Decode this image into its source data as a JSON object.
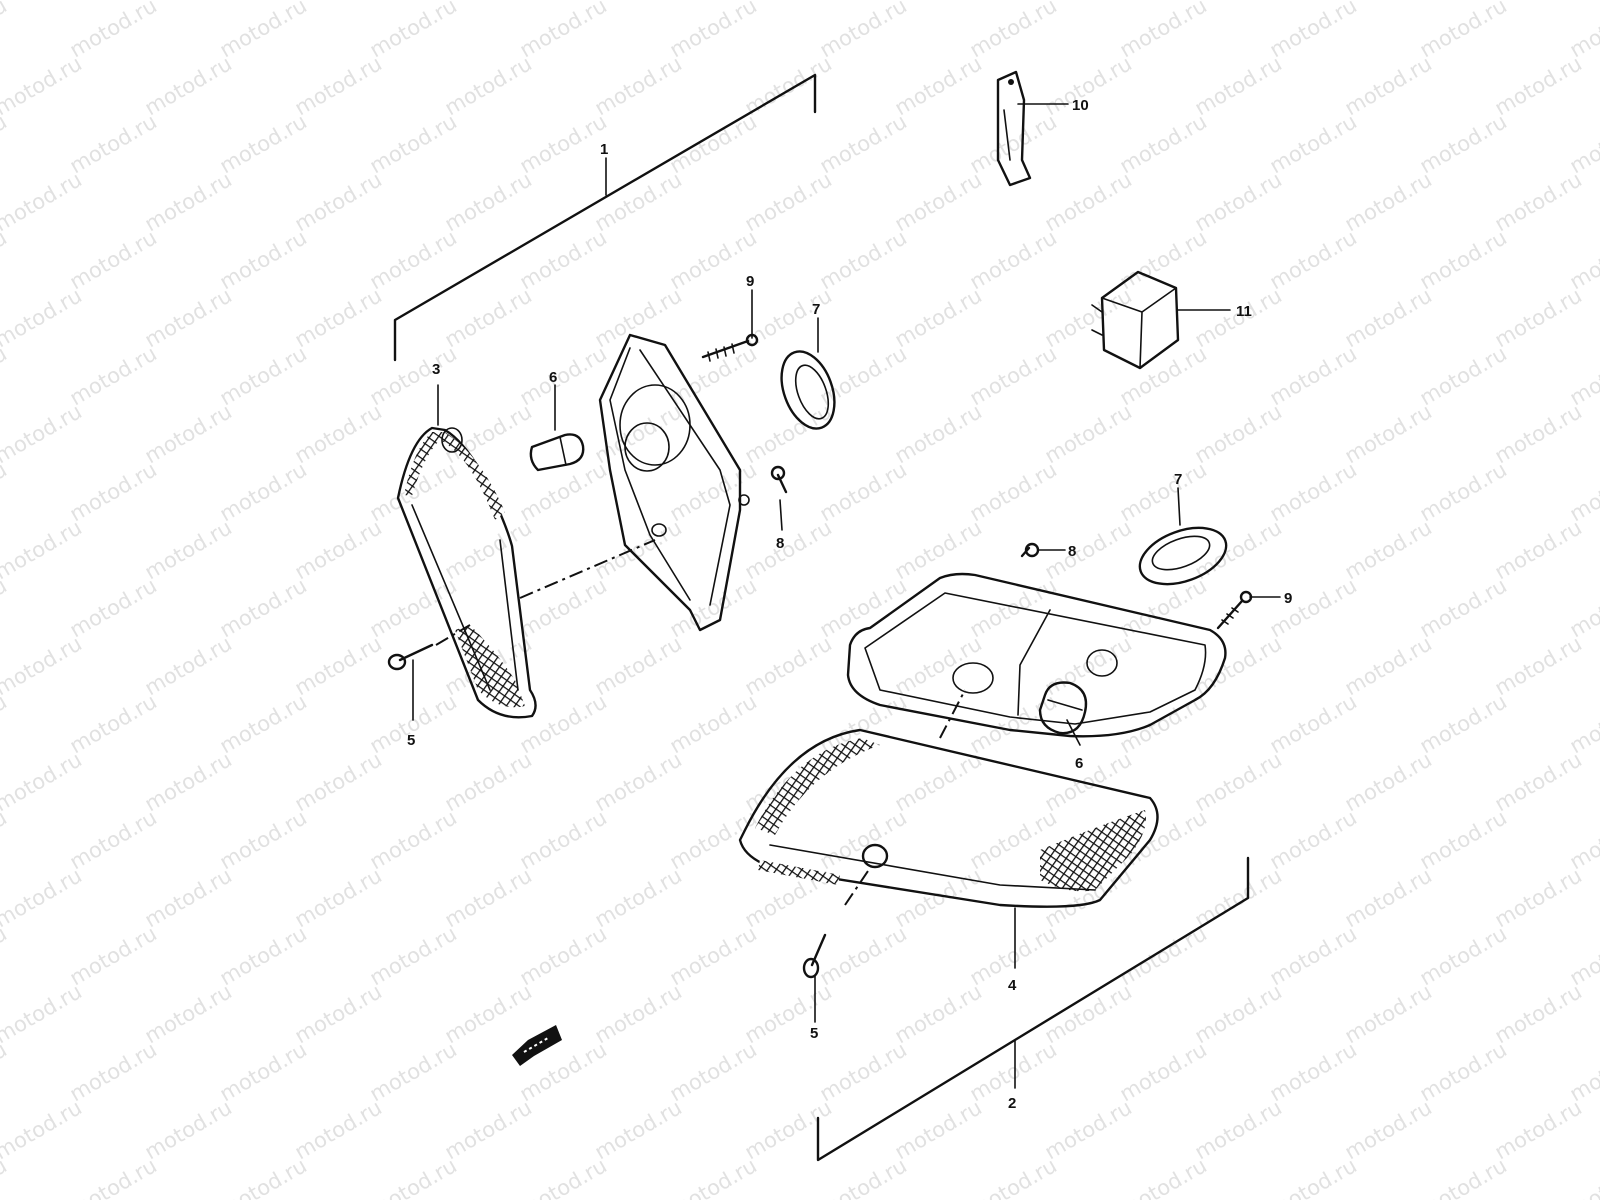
{
  "watermark": "motod.ru",
  "callouts": [
    "1",
    "2",
    "3",
    "4",
    "5",
    "5",
    "6",
    "6",
    "7",
    "7",
    "8",
    "8",
    "9",
    "9",
    "10",
    "11"
  ]
}
